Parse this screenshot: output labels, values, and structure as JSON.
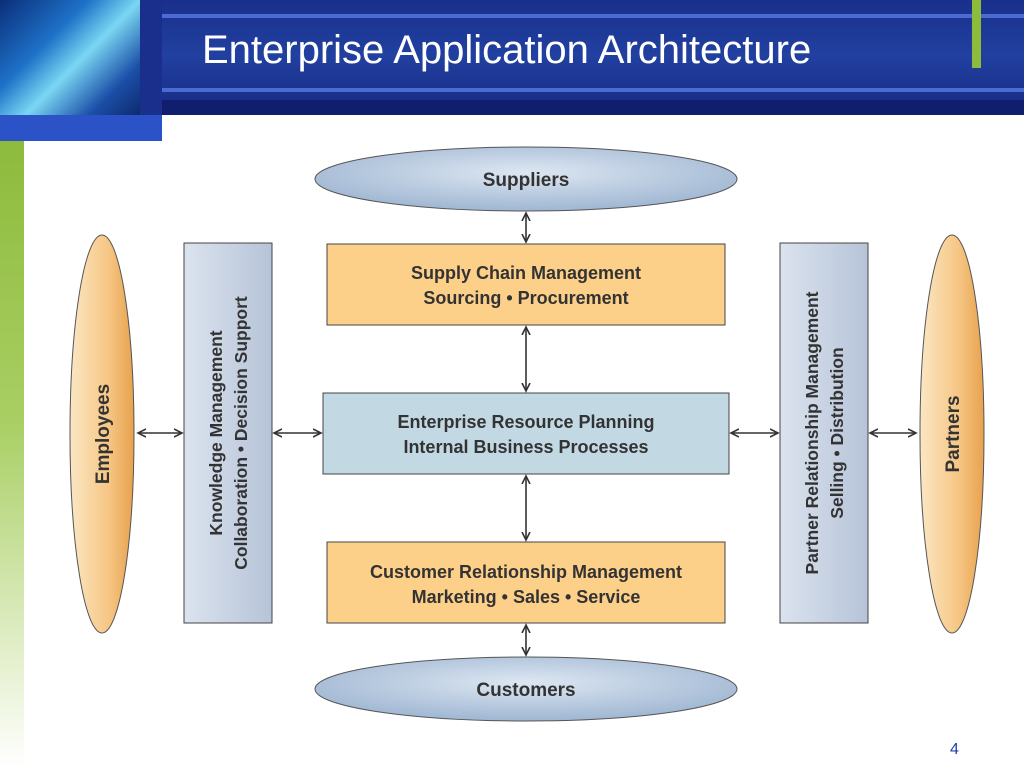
{
  "slide": {
    "title": "Enterprise Application Architecture",
    "page_number": "4"
  },
  "diagram": {
    "suppliers": "Suppliers",
    "customers": "Customers",
    "employees": "Employees",
    "partners": "Partners",
    "scm": {
      "line1": "Supply Chain Management",
      "line2": "Sourcing • Procurement"
    },
    "erp": {
      "line1": "Enterprise Resource Planning",
      "line2": "Internal Business Processes"
    },
    "crm": {
      "line1": "Customer Relationship Management",
      "line2": "Marketing • Sales • Service"
    },
    "km": {
      "line1": "Knowledge Management",
      "line2": "Collaboration • Decision Support"
    },
    "prm": {
      "line1": "Partner Relationship Management",
      "line2": "Selling • Distribution"
    }
  },
  "colors": {
    "header_blue": "#2140a0",
    "orange_fill": "#fdd08a",
    "blue_fill": "#c2d9e4",
    "oval_blue": "#c5d4e6",
    "green_accent": "#8dbb3c"
  }
}
